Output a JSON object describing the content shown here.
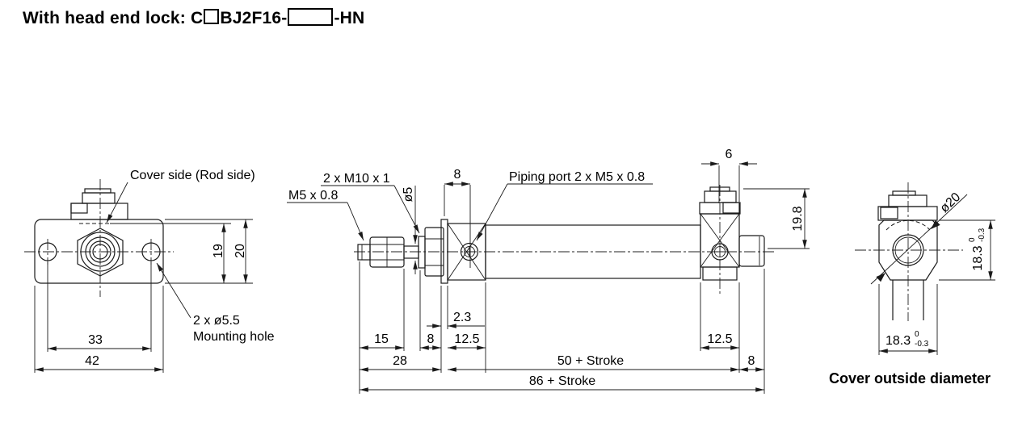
{
  "title": {
    "prefix": "With head end lock: C",
    "model": "BJ2F16-",
    "suffix": "-HN"
  },
  "front_view": {
    "cover_side_label": "Cover side (Rod side)",
    "mounting_hole_label_line1": "2 x ø5.5",
    "mounting_hole_label_line2": "Mounting hole",
    "dim_hole_pitch": "33",
    "dim_flange_width": "42",
    "dim_height_inner": "19",
    "dim_height_outer": "20"
  },
  "side_view": {
    "rod_thread_label": "M5 x 0.8",
    "mounting_thread_label": "2 x M10 x 1",
    "rod_diameter_label": "ø5",
    "piping_port_label": "Piping port 2 x M5 x 0.8",
    "dim_port_offset": "8",
    "dim_lock_width": "6",
    "dim_lock_height": "19.8",
    "dim_flange_thickness": "2.3",
    "dim_rod_extension": "15",
    "dim_nut_width": "8",
    "dim_head_cover": "12.5",
    "dim_front_total": "28",
    "dim_body": "50 + Stroke",
    "dim_rear_cover": "12.5",
    "dim_rear_boss": "8",
    "dim_overall": "86 + Stroke"
  },
  "end_view": {
    "dim_outer_diameter": "ø20",
    "dim_flat": "18.3",
    "tol_upper": "0",
    "tol_lower": "-0.3",
    "caption": "Cover outside diameter"
  }
}
